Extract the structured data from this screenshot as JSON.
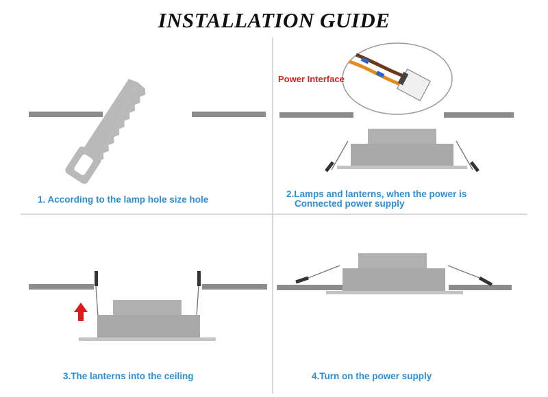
{
  "title": "INSTALLATION GUIDE",
  "steps": [
    {
      "caption": "1. According to the lamp hole size hole"
    },
    {
      "caption_line1": "2.Lamps and lanterns, when the power is",
      "caption_line2": "Connected power supply",
      "callout_label": "Power Interface"
    },
    {
      "caption": "3.The lanterns into the ceiling"
    },
    {
      "caption": "4.Turn on the power supply"
    }
  ],
  "colors": {
    "caption": "#2a8fd8",
    "ceiling": "#8c8c8c",
    "lamp": "#a9a9a9",
    "arrow": "#e01b1b",
    "callout_label": "#d9261c"
  },
  "icons": [
    "saw-icon",
    "up-arrow-icon",
    "spring-clip-icon",
    "wire-connector-icon"
  ]
}
